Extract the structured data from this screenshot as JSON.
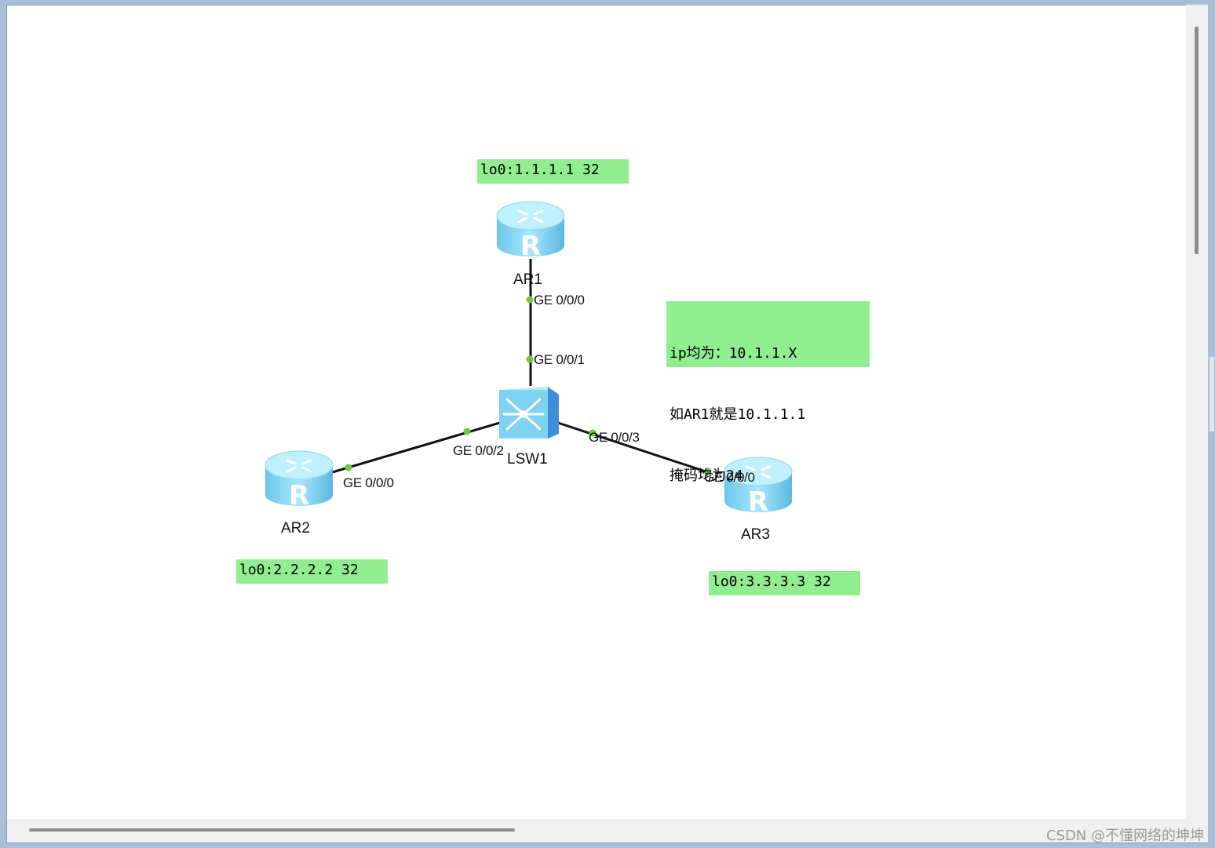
{
  "notes": {
    "ar1_loopback": "lo0:1.1.1.1 32",
    "ar2_loopback": "lo0:2.2.2.2 32",
    "ar3_loopback": "lo0:3.3.3.3 32",
    "ip_info": [
      "ip均为：10.1.1.X",
      "如AR1就是10.1.1.1",
      "掩码均为24"
    ]
  },
  "devices": {
    "ar1": "AR1",
    "ar2": "AR2",
    "ar3": "AR3",
    "lsw1": "LSW1"
  },
  "ports": {
    "ar1_port": "GE 0/0/0",
    "lsw1_port_ar1": "GE 0/0/1",
    "lsw1_port_ar2": "GE 0/0/2",
    "lsw1_port_ar3": "GE 0/0/3",
    "ar2_port": "GE 0/0/0",
    "ar3_port": "GE 0/0/0"
  },
  "colors": {
    "note_bg": "#90ee90",
    "port_dot": "#6cc940",
    "link": "#111111",
    "device_blue": "#7fd3f2"
  },
  "icons": {
    "router": "router-icon",
    "switch": "switch-icon"
  },
  "watermark": "CSDN @不懂网络的坤坤"
}
